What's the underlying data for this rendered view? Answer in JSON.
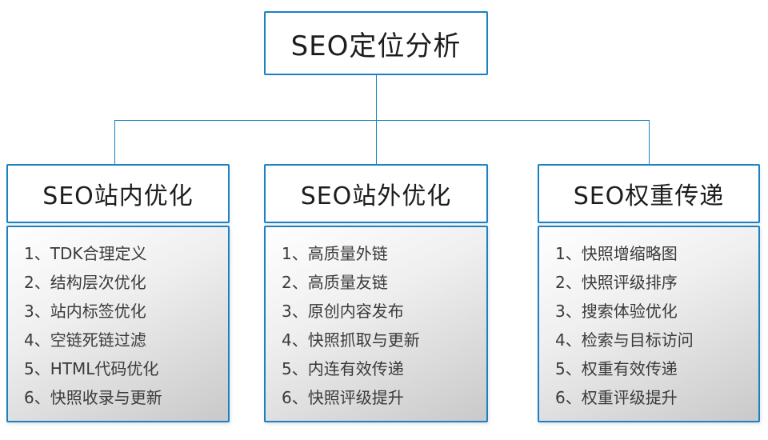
{
  "root": {
    "title": "SEO定位分析"
  },
  "columns": [
    {
      "title": "SEO站内优化",
      "items": [
        "1、TDK合理定义",
        "2、结构层次优化",
        "3、站内标签优化",
        "4、空链死链过滤",
        "5、HTML代码优化",
        "6、快照收录与更新"
      ]
    },
    {
      "title": "SEO站外优化",
      "items": [
        "1、高质量外链",
        "2、高质量友链",
        "3、原创内容发布",
        "4、快照抓取与更新",
        "5、内连有效传递",
        "6、快照评级提升"
      ]
    },
    {
      "title": "SEO权重传递",
      "items": [
        "1、快照增缩略图",
        "2、快照评级排序",
        "3、搜索体验优化",
        "4、检索与目标访问",
        "5、权重有效传递",
        "6、权重评级提升"
      ]
    }
  ],
  "colors": {
    "accent": "#1a82c4",
    "title_text": "#1d1d1d",
    "item_text": "#3a3a3a",
    "body_gradient_start": "#ffffff",
    "body_gradient_end": "#c9c9c9"
  }
}
